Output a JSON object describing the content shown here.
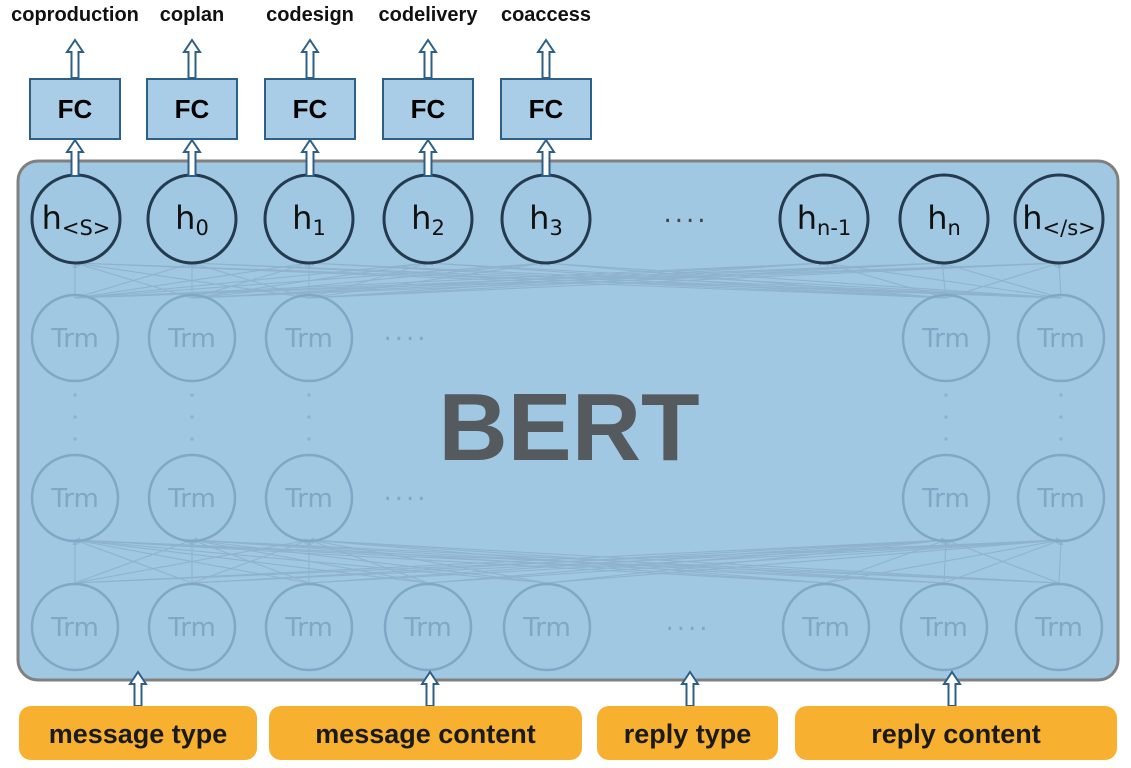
{
  "outputs": [
    {
      "label": "coproduction",
      "fc": "FC"
    },
    {
      "label": "coplan",
      "fc": "FC"
    },
    {
      "label": "codesign",
      "fc": "FC"
    },
    {
      "label": "codelivery",
      "fc": "FC"
    },
    {
      "label": "coaccess",
      "fc": "FC"
    }
  ],
  "model_label": "BERT",
  "hidden_states": [
    {
      "base": "h",
      "sub": "<S>"
    },
    {
      "base": "h",
      "sub": "0"
    },
    {
      "base": "h",
      "sub": "1"
    },
    {
      "base": "h",
      "sub": "2"
    },
    {
      "base": "h",
      "sub": "3"
    },
    {
      "base": "h",
      "sub": "n-1"
    },
    {
      "base": "h",
      "sub": "n"
    },
    {
      "base": "h",
      "sub": "</s>"
    }
  ],
  "hidden_ellipsis": "....",
  "trm_label": "Trm",
  "trm_ellipsis": "....",
  "inputs": [
    {
      "label": "message type"
    },
    {
      "label": "message content"
    },
    {
      "label": "reply type"
    },
    {
      "label": "reply content"
    }
  ],
  "colors": {
    "bert_fill": "#a0c8e2",
    "bert_border": "#808080",
    "fc_fill": "#a9cde6",
    "fc_border": "#2e5f86",
    "h_border": "#243a4f",
    "trm_stroke": "#7fa7c6",
    "input_fill": "#f7b02f"
  }
}
